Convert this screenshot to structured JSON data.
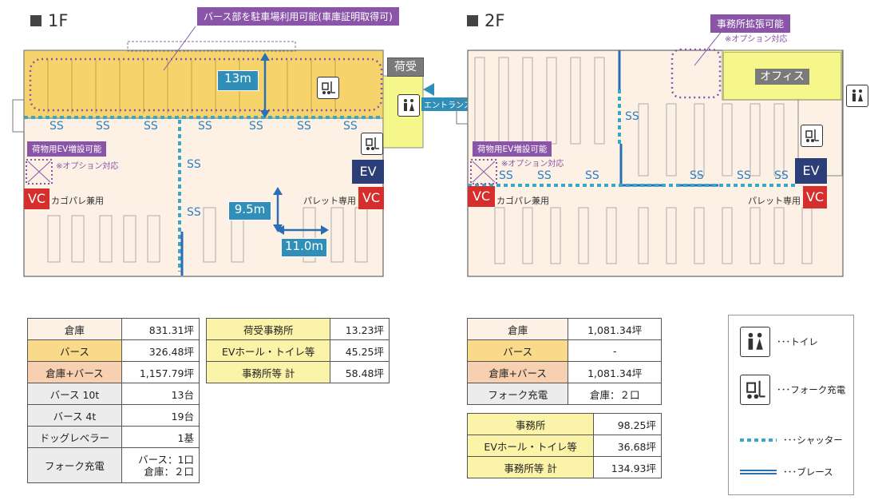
{
  "floor1": {
    "title": "1F",
    "callout_berth": "バース部を駐車場利用可能(車庫証明取得可)",
    "callout_ev": "荷物用EV増設可能",
    "note_option": "※オプション対応",
    "dim_13": "13m",
    "dim_95": "9.5m",
    "dim_110": "11.0m",
    "ss_label": "SS",
    "vc_label": "VC",
    "ev_label": "EV",
    "kago_label": "カゴパレ兼用",
    "pallet_label": "パレット専用",
    "nika_label": "荷受",
    "entrance_label": "エントランス"
  },
  "floor2": {
    "title": "2F",
    "callout_office": "事務所拡張可能",
    "note_option": "※オプション対応",
    "callout_ev": "荷物用EV増設可能",
    "note_option2": "※オプション対応",
    "office_label": "オフィス",
    "ss_label": "SS",
    "vc_label": "VC",
    "ev_label": "EV",
    "kago_label": "カゴパレ兼用",
    "pallet_label": "パレット専用"
  },
  "table1a": [
    {
      "k": "倉庫",
      "v": "831.31坪"
    },
    {
      "k": "バース",
      "v": "326.48坪"
    },
    {
      "k": "倉庫+バース",
      "v": "1,157.79坪"
    },
    {
      "k": "バース 10t",
      "v": "13台"
    },
    {
      "k": "バース 4t",
      "v": "19台"
    },
    {
      "k": "ドッグレベラー",
      "v": "1基"
    },
    {
      "k": "フォーク充電",
      "v1": "バース：1口",
      "v2": "倉庫：２口"
    }
  ],
  "table1b": [
    {
      "k": "荷受事務所",
      "v": "13.23坪"
    },
    {
      "k": "EVホール・トイレ等",
      "v": "45.25坪"
    },
    {
      "k": "事務所等 計",
      "v": "58.48坪"
    }
  ],
  "table2a": [
    {
      "k": "倉庫",
      "v": "1,081.34坪"
    },
    {
      "k": "バース",
      "v": "-"
    },
    {
      "k": "倉庫+バース",
      "v": "1,081.34坪"
    },
    {
      "k": "フォーク充電",
      "v": "倉庫：２口"
    }
  ],
  "table2b": [
    {
      "k": "事務所",
      "v": "98.25坪"
    },
    {
      "k": "EVホール・トイレ等",
      "v": "36.68坪"
    },
    {
      "k": "事務所等 計",
      "v": "134.93坪"
    }
  ],
  "legend": {
    "toilet": "･･･トイレ",
    "fork": "･･･フォーク充電",
    "shutter": "･･･シャッター",
    "brace": "･･･ブレース"
  },
  "colors": {
    "berth": "#f6d36b",
    "warehouse": "#fdf1e6",
    "office": "#f6f78a",
    "shutter": "#3aa6c8",
    "brace": "#2a6fb5",
    "callout": "#8a55a8",
    "vc": "#d62d2d",
    "ev": "#2c3e77"
  }
}
